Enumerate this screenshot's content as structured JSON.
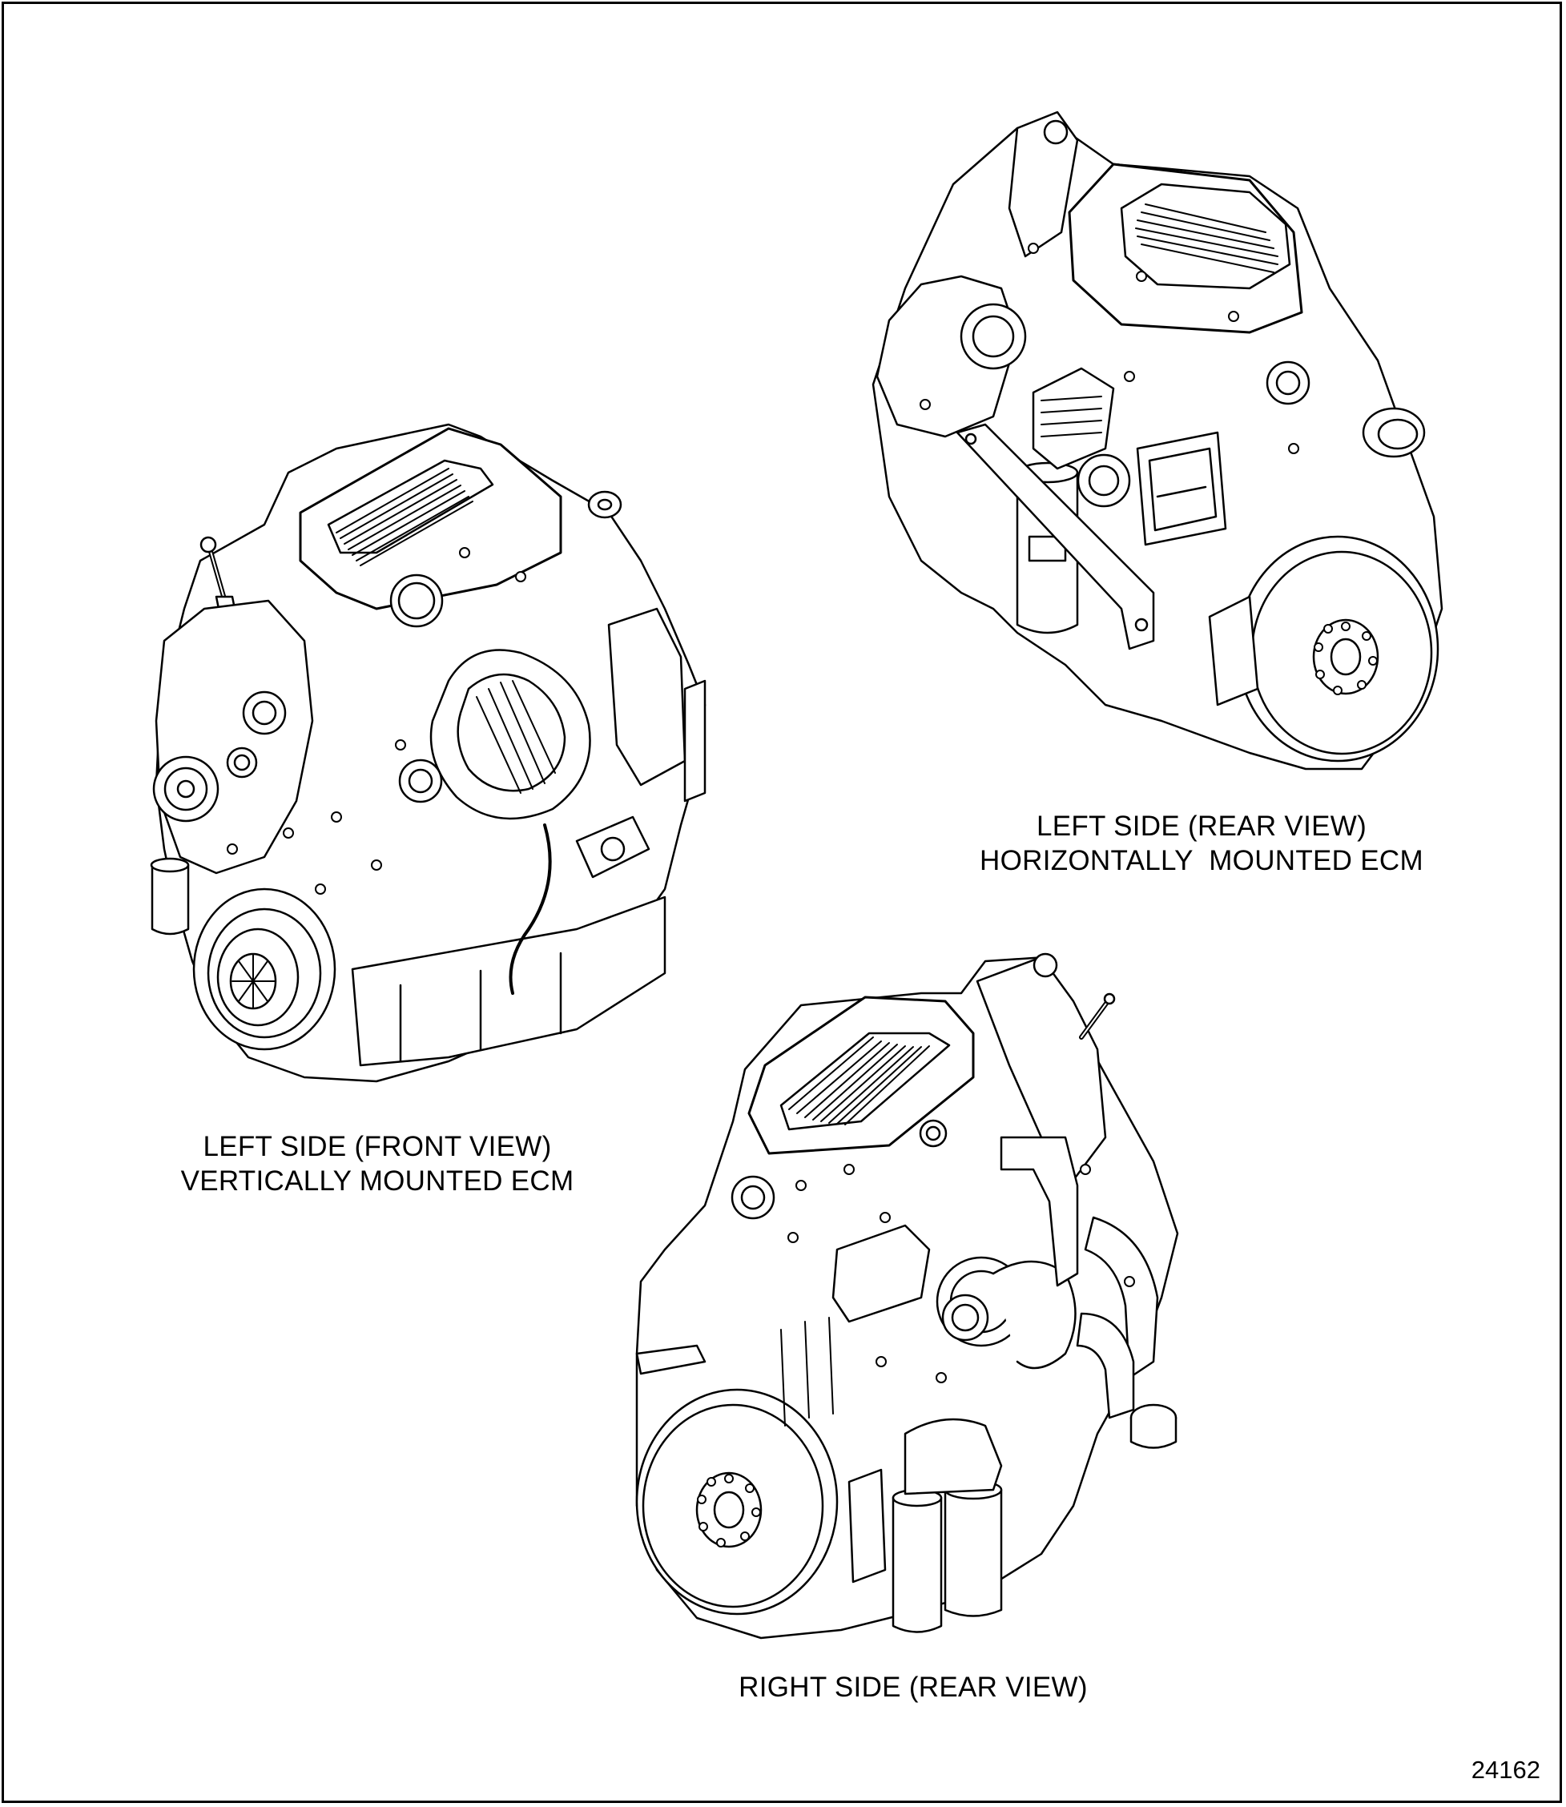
{
  "figure_number": "24162",
  "views": [
    {
      "id": "left-front",
      "lines": [
        "LEFT SIDE (FRONT VIEW)",
        "VERTICALLY MOUNTED ECM"
      ]
    },
    {
      "id": "left-rear",
      "lines": [
        "LEFT SIDE (REAR VIEW)",
        "HORIZONTALLY  MOUNTED ECM"
      ]
    },
    {
      "id": "right-rear",
      "lines": [
        "RIGHT SIDE (REAR VIEW)"
      ]
    }
  ],
  "colors": {
    "line": "#000000",
    "fill": "#ffffff"
  }
}
